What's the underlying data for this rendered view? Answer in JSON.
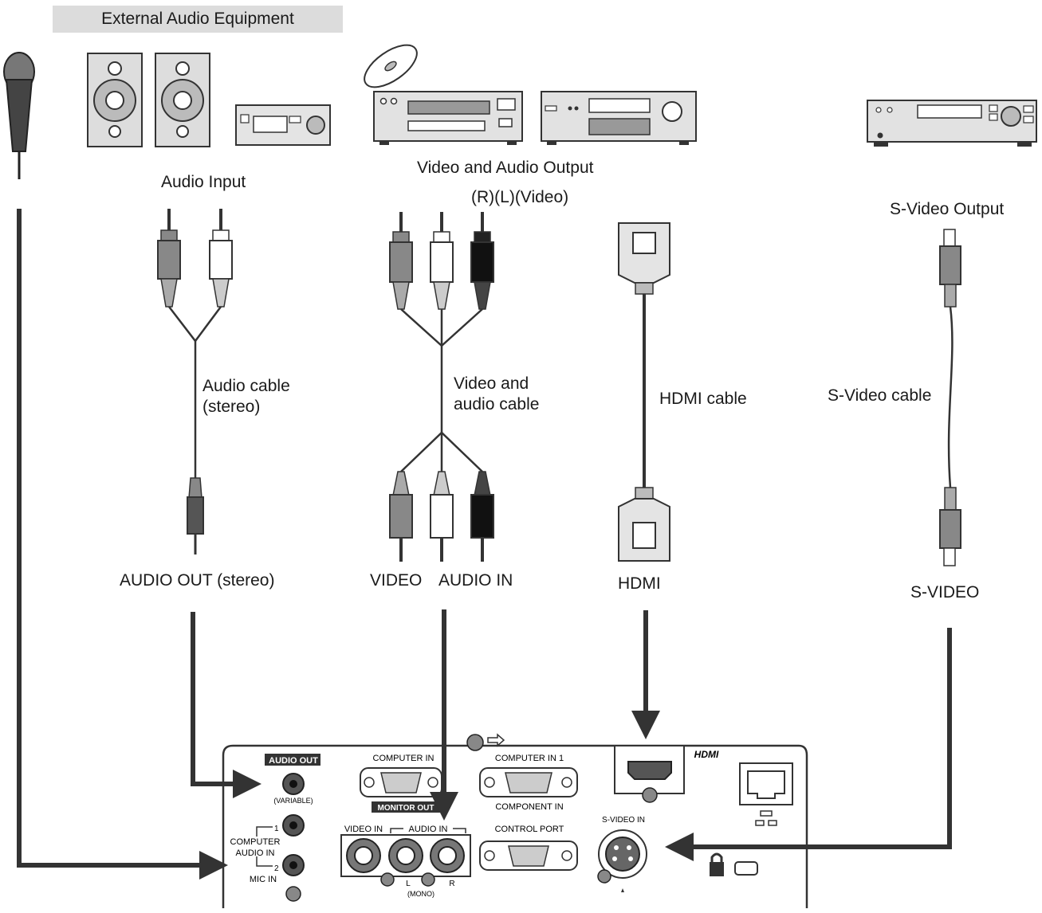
{
  "header": "External Audio Equipment",
  "labels": {
    "audio_input": "Audio Input",
    "video_audio_output": "Video and Audio Output",
    "rlvideo": "(R)(L)(Video)",
    "svideo_output": "S-Video Output",
    "audio_cable_1": "Audio cable",
    "audio_cable_2": "(stereo)",
    "va_cable_1": "Video and",
    "va_cable_2": "audio cable",
    "hdmi_cable": "HDMI cable",
    "svideo_cable": "S-Video cable",
    "audio_out_stereo": "AUDIO OUT (stereo)",
    "video": "VIDEO",
    "audio_in": "AUDIO IN",
    "hdmi": "HDMI",
    "s_video": "S-VIDEO"
  },
  "panel": {
    "audio_out": "AUDIO OUT",
    "variable": "(VARIABLE)",
    "computer_audio_in_1": "COMPUTER",
    "computer_audio_in_2": "AUDIO IN",
    "mic_in": "MIC IN",
    "port_1": "1",
    "port_2": "2",
    "computer_in": "COMPUTER IN",
    "monitor_out": "MONITOR OUT",
    "computer_in_1": "COMPUTER IN 1",
    "component_in": "COMPONENT IN",
    "control_port": "CONTROL PORT",
    "video_in": "VIDEO IN",
    "audio_in": "AUDIO IN",
    "l": "L",
    "r": "R",
    "mono": "(MONO)",
    "hdmi_logo": "HDMI",
    "s_video_in": "S-VIDEO IN"
  },
  "colors": {
    "line": "#333333",
    "panel_bg": "#ffffff",
    "header_bg": "#dcdcdc"
  }
}
